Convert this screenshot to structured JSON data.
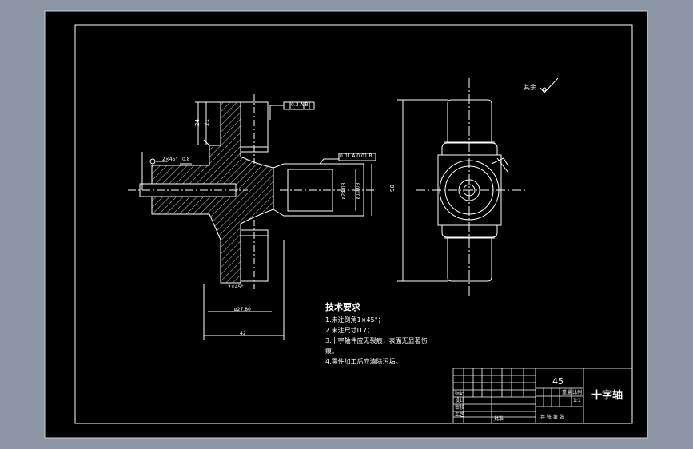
{
  "drawing": {
    "material": "45",
    "part_name": "十字轴",
    "surface_finish_rest": "其余",
    "datum_a": "A",
    "dimensions": {
      "flange_depth": "24",
      "step_depth": "21",
      "overall_height": "90",
      "journal_dia": "ø27.80",
      "hole_dia": "ø24.08",
      "bore_dia": "ø10.08",
      "hub_length": "42",
      "chamfer_left": "2×45°",
      "chamfer_bottom": "2×45°",
      "callout_top": "0.3 A B",
      "callout_mid": "0.01 A  0.01 B",
      "tolerance_note": "0.8"
    },
    "tech_requirements": {
      "title": "技术要求",
      "lines": [
        "1.未注倒角1×45°；",
        "2.未注尺寸IT7；",
        "3.十字轴件应无裂痕，表面无显著伤",
        "痕。",
        "4.零件加工后应清除污垢。"
      ]
    },
    "title_block": {
      "scale": "1:1",
      "weight_label": "重量",
      "scale_label": "比例",
      "sheet_label": "共 张 第 张",
      "marker_label": "标记",
      "design_label": "设计",
      "check_label": "审核",
      "approve_label": "批准",
      "process_label": "工艺"
    }
  },
  "colors": {
    "background": "#8b95a4",
    "sheet": "#000000",
    "line": "#ffffff",
    "center": "#ffffff",
    "hatch": "#ffffff"
  }
}
